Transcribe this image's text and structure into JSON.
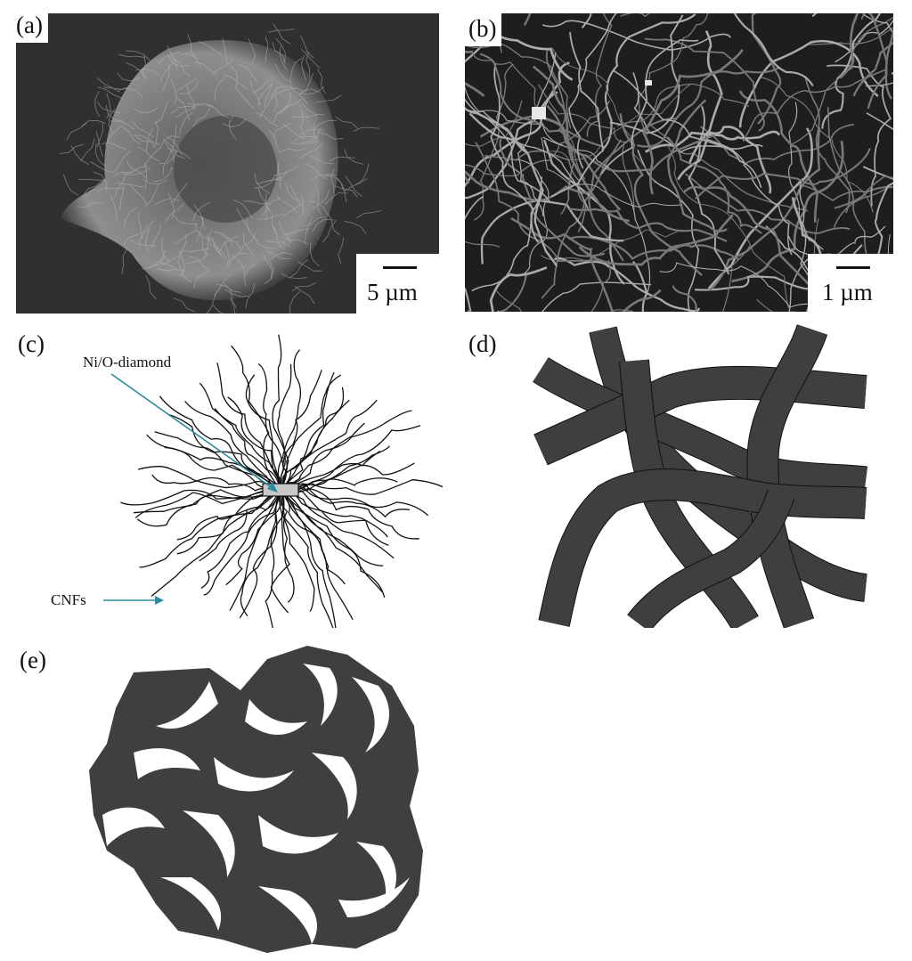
{
  "panels": {
    "a": {
      "label": "(a)",
      "scale_text": "5 µm"
    },
    "b": {
      "label": "(b)",
      "scale_text": "1 µm"
    },
    "c": {
      "label": "(c)",
      "callout_top": "Ni/O-diamond",
      "callout_bottom": "CNFs"
    },
    "d": {
      "label": "(d)"
    },
    "e": {
      "label": "(e)"
    }
  },
  "colors": {
    "sem_background": "#303030",
    "fiber_fill": "#3f3f3f",
    "arrow": "#2f8ca0",
    "particle": "#c8c8c8"
  }
}
